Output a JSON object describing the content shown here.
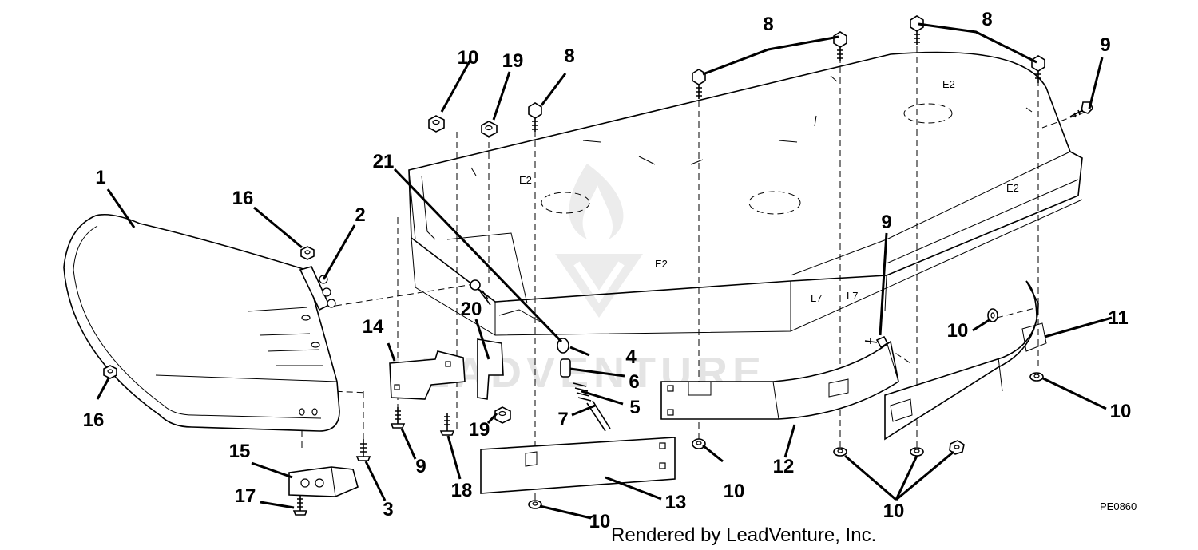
{
  "diagram": {
    "callouts": [
      {
        "id": "c1",
        "label": "1"
      },
      {
        "id": "c2",
        "label": "2"
      },
      {
        "id": "c3",
        "label": "3"
      },
      {
        "id": "c4",
        "label": "4"
      },
      {
        "id": "c5",
        "label": "5"
      },
      {
        "id": "c6",
        "label": "6"
      },
      {
        "id": "c7",
        "label": "7"
      },
      {
        "id": "c8a",
        "label": "8"
      },
      {
        "id": "c8b",
        "label": "8"
      },
      {
        "id": "c8c",
        "label": "8"
      },
      {
        "id": "c9a",
        "label": "9"
      },
      {
        "id": "c9b",
        "label": "9"
      },
      {
        "id": "c9c",
        "label": "9"
      },
      {
        "id": "c10a",
        "label": "10"
      },
      {
        "id": "c10b",
        "label": "10"
      },
      {
        "id": "c10c",
        "label": "10"
      },
      {
        "id": "c10d",
        "label": "10"
      },
      {
        "id": "c10e",
        "label": "10"
      },
      {
        "id": "c10f",
        "label": "10"
      },
      {
        "id": "c11",
        "label": "11"
      },
      {
        "id": "c12",
        "label": "12"
      },
      {
        "id": "c13",
        "label": "13"
      },
      {
        "id": "c14",
        "label": "14"
      },
      {
        "id": "c15",
        "label": "15"
      },
      {
        "id": "c16a",
        "label": "16"
      },
      {
        "id": "c16b",
        "label": "16"
      },
      {
        "id": "c17",
        "label": "17"
      },
      {
        "id": "c18",
        "label": "18"
      },
      {
        "id": "c19a",
        "label": "19"
      },
      {
        "id": "c19b",
        "label": "19"
      },
      {
        "id": "c20",
        "label": "20"
      },
      {
        "id": "c21",
        "label": "21"
      }
    ],
    "drawing_code": "PE0860",
    "credit": "Rendered by LeadVenture, Inc.",
    "watermark": "LEADVENTURE"
  }
}
